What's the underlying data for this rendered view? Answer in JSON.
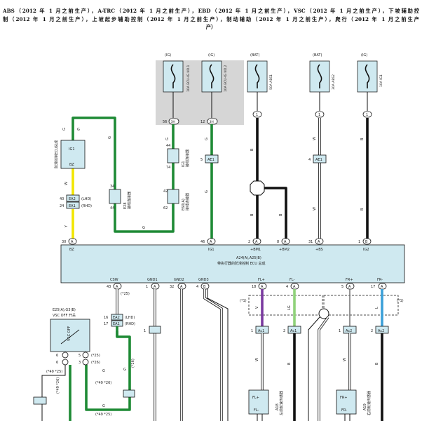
{
  "title": {
    "line1": "ABS（2012 年 1 月之前生产），A-TRC（2012 年 1 月之前生产），EBD（2012 年 1 月之前生产），VSC（2012 年 1 月之前生产），下坡辅助控",
    "line2": "制（2012 年 1 月之前生产），上坡起步辅助控制（2012 年 1 月之前生产），制动辅助（2012 年 1 月之前生产），爬行（2012 年 1 月之前生产",
    "line3": "产）"
  },
  "fuses": [
    {
      "source": "(IG)",
      "label": "10A ECU-IG NO.1 ",
      "pin": "56",
      "conn": "3H"
    },
    {
      "source": "(IG)",
      "label": "10A ECU-IG NO.2",
      "pin": "12",
      "conn": "3H"
    },
    {
      "source": "(BAT)",
      "label": "50A ABS1",
      "pin": "1",
      "conn": ""
    },
    {
      "source": "(BAT)",
      "label": "30A ABS2",
      "pin": "1",
      "conn": ""
    },
    {
      "source": "(IG)",
      "label": "10A IG1",
      "pin": "1",
      "conn": ""
    }
  ],
  "left_module": {
    "id": "IG1",
    "name": "防滑控制ECU总成",
    "pin_top": "G",
    "pin_bottom": "BZ"
  },
  "connectors": {
    "ea2": {
      "pin_a": "40",
      "name_a": "EA2",
      "note_a": "(LHD)",
      "pin_b": "24",
      "name_b": "EA1",
      "note_b": "(RHD)"
    },
    "j1": {
      "pin_a": "34",
      "pin_b": "44",
      "name": "E28",
      "desc": "接线连接器"
    },
    "j2": {
      "pin_a": "44",
      "pin_b": "74",
      "name": "IG1",
      "desc": "接线连接器"
    },
    "j3": {
      "pin_a": "42",
      "pin_b": "62",
      "name": "E60(A)",
      "desc": "接线连接器"
    },
    "a1": {
      "pin": "5",
      "name": "AE1"
    },
    "a2": {
      "pin": "4",
      "name": "AE1"
    }
  },
  "wire_colors": {
    "g": "G",
    "w": "W",
    "b": "B",
    "lg": "LG",
    "l": "L",
    "y": "Y",
    "v": "V"
  },
  "ecu": {
    "ids": "A24(A),A25(B)",
    "name": "带执行器的防滑控制 ECU 总成",
    "top_pins": [
      {
        "pin": "30",
        "conn": "A",
        "label": "BZ"
      },
      {
        "pin": "46",
        "conn": "A",
        "label": "IG1"
      },
      {
        "pin": "2",
        "conn": "A",
        "label": "+BM1"
      },
      {
        "pin": "8",
        "conn": "A",
        "label": "+BM2"
      },
      {
        "pin": "31",
        "conn": "A",
        "label": "+BS"
      },
      {
        "pin": "1",
        "conn": "B",
        "label": "IG2"
      }
    ],
    "bottom_pins": [
      {
        "pin": "43",
        "conn": "A",
        "label": "CSW"
      },
      {
        "pin": "1",
        "conn": "A",
        "label": "GND1"
      },
      {
        "pin": "32",
        "conn": "A",
        "label": "GND2"
      },
      {
        "pin": "4",
        "conn": "B",
        "label": "GND3"
      },
      {
        "pin": "18",
        "conn": "A",
        "label": "FL+"
      },
      {
        "pin": "4",
        "conn": "A",
        "label": "FL-"
      },
      {
        "pin": "5",
        "conn": "A",
        "label": "FR+"
      },
      {
        "pin": "17",
        "conn": "A",
        "label": "FR-"
      }
    ]
  },
  "vsc_switch": {
    "ids": "E25(A),G3(B)",
    "name": "VSC OFF 开关",
    "pins": [
      "6",
      "5",
      "6",
      "3"
    ],
    "notes": [
      "(*25)",
      "(*26)"
    ]
  },
  "lower_connector": {
    "pin_a": "16",
    "name_a": "EA2",
    "note_a": "(LHD)",
    "pin_b": "17",
    "name_b": "EA1",
    "note_b": "(RHD)"
  },
  "sensors": {
    "fl": {
      "label": "FL+",
      "label2": "FL-",
      "name": "左前轮速传感器",
      "id": "A18"
    },
    "fr": {
      "label": "FR+",
      "label2": "FR-",
      "name": "右前轮速传感器",
      "id": "A19"
    }
  },
  "sensor_conns": [
    "Ac1",
    "Ac1",
    "Ac2",
    "Ac2"
  ],
  "annotations": [
    "(*1)",
    "(*1)",
    "(*25)",
    "(*26)",
    "(*49 *25)",
    "(*49 *26)",
    "(*49 *26)",
    "(*49 *25)"
  ]
}
